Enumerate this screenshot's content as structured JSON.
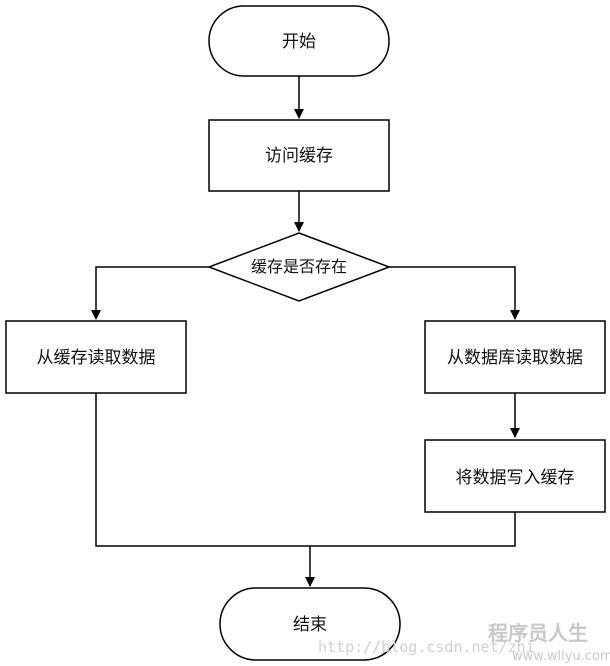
{
  "flowchart": {
    "start": "开始",
    "access_cache": "访问缓存",
    "decision": "缓存是否存在",
    "read_cache": "从缓存读取数据",
    "read_db": "从数据库读取数据",
    "write_cache": "将数据写入缓存",
    "end": "结束"
  },
  "watermark": {
    "url": "http://blog.csdn.net/zhi",
    "brand": "程序员人生",
    "site": "www.wllyu.com"
  }
}
